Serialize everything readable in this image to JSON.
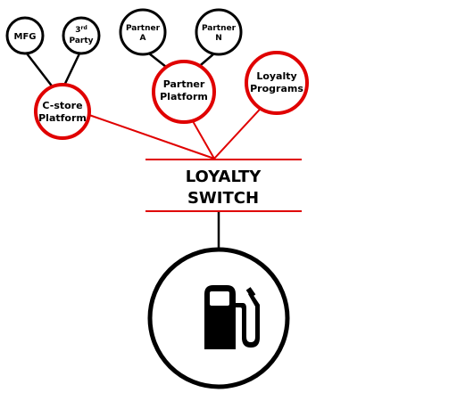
{
  "colors": {
    "accent_red": "#e00000",
    "black": "#000000",
    "background": "#ffffff"
  },
  "nodes": {
    "mfg": {
      "label": "MFG"
    },
    "third_party": {
      "label_number": "3",
      "label_superscript": "rd",
      "label_line2": "Party"
    },
    "partner_a": {
      "label_line1": "Partner",
      "label_line2": "A"
    },
    "partner_n": {
      "label_line1": "Partner",
      "label_line2": "N"
    },
    "cstore_platform": {
      "label_line1": "C-store",
      "label_line2": "Platform"
    },
    "partner_platform": {
      "label_line1": "Partner",
      "label_line2": "Platform"
    },
    "loyalty_programs": {
      "label_line1": "Loyalty",
      "label_line2": "Programs"
    }
  },
  "switch": {
    "label_line1": "LOYALTY",
    "label_line2": "SWITCH"
  },
  "pump": {
    "icon": "fuel-pump-icon"
  }
}
